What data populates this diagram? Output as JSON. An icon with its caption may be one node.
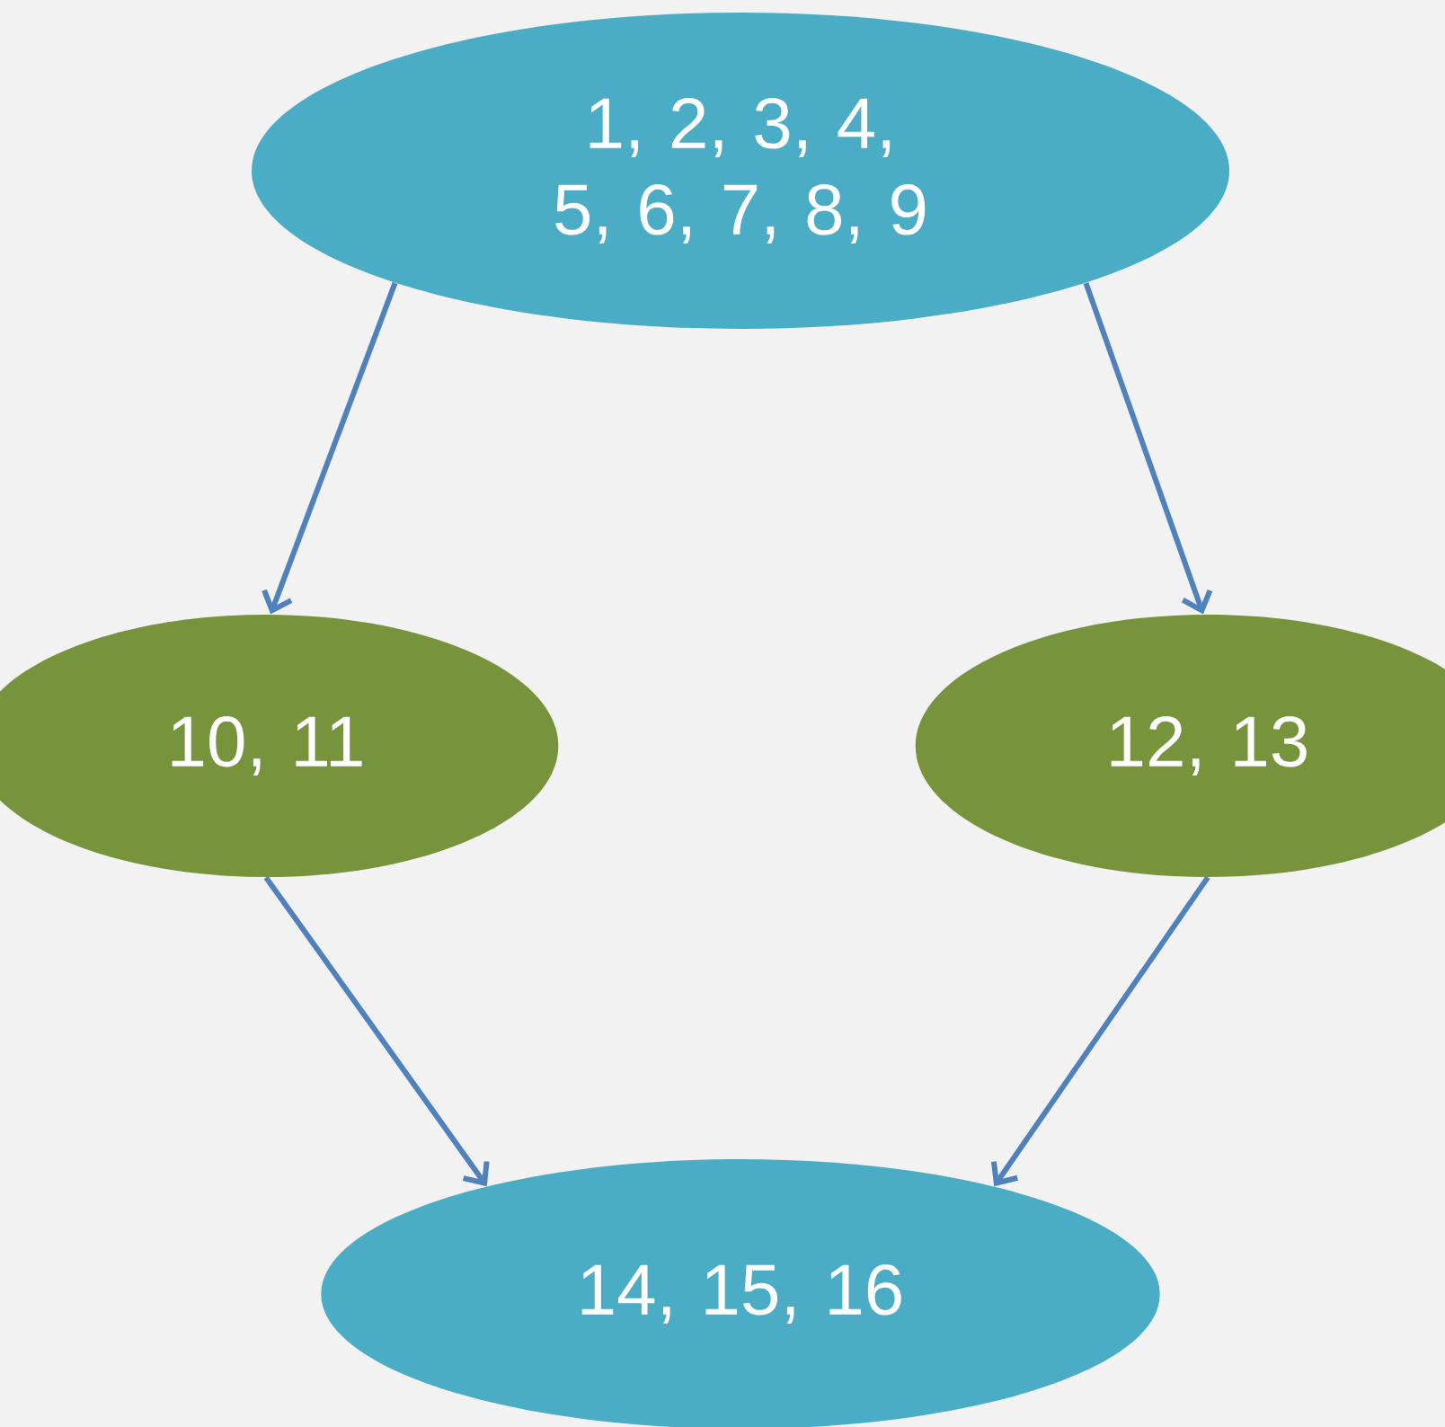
{
  "diagram": {
    "nodes": [
      {
        "text": [
          "1, 2, 3, 4, 5, 6, 7, 8, 9"
        ]
      },
      {
        "text": [
          "10, 11"
        ]
      },
      {
        "text": [
          "12, 13"
        ]
      },
      {
        "text": [
          "14, 15, 16"
        ]
      }
    ],
    "edges": [
      {
        "from": 0,
        "to": 1,
        "arrow": "to"
      },
      {
        "from": 0,
        "to": 2,
        "arrow": "to"
      },
      {
        "from": 1,
        "to": 3,
        "arrow": "to"
      },
      {
        "from": 2,
        "to": 3,
        "arrow": "to"
      }
    ]
  }
}
